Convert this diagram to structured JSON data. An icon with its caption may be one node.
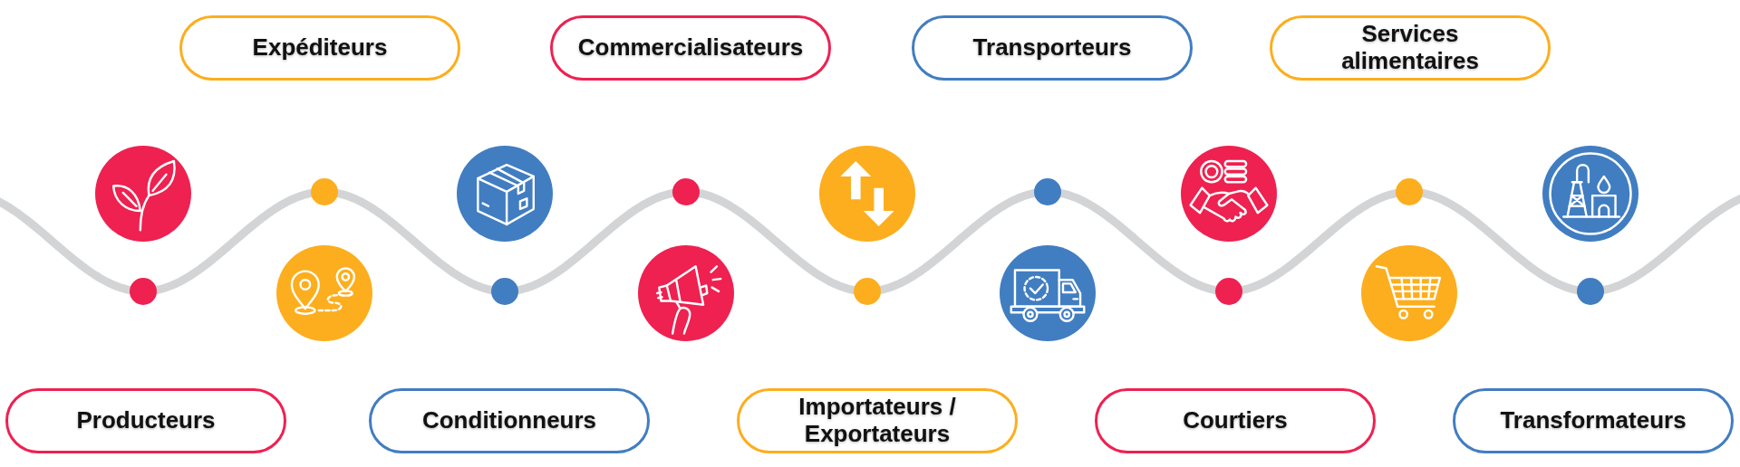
{
  "diagram": {
    "nodes": [
      {
        "text": [
          "Producteurs"
        ]
      },
      {
        "text": [
          "Expéditeurs"
        ]
      },
      {
        "text": [
          "Conditionneurs"
        ]
      },
      {
        "text": [
          "Commercialisateurs"
        ]
      },
      {
        "text": [
          "Importateurs / Exportateurs"
        ]
      },
      {
        "text": [
          "Transporteurs"
        ]
      },
      {
        "text": [
          "Courtiers"
        ]
      },
      {
        "text": [
          "Services alimentaires"
        ]
      },
      {
        "text": [
          "Transformateurs"
        ]
      }
    ]
  }
}
